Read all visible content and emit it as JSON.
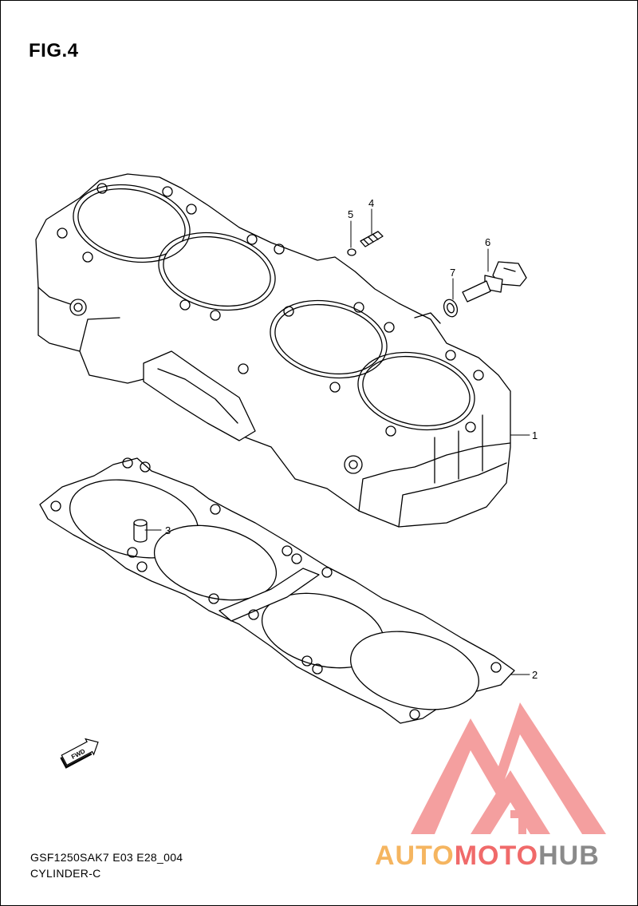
{
  "figure": {
    "title": "FIG.4",
    "code": "GSF1250SAK7 E03 E28_004",
    "section_name": "CYLINDER-C"
  },
  "callouts": [
    {
      "id": "1",
      "part": "cylinder"
    },
    {
      "id": "2",
      "part": "cylinder-base-gasket"
    },
    {
      "id": "3",
      "part": "dowel-pin"
    },
    {
      "id": "4",
      "part": "union-fitting"
    },
    {
      "id": "5",
      "part": "o-ring"
    },
    {
      "id": "6",
      "part": "temperature-sensor"
    },
    {
      "id": "7",
      "part": "sensor-washer"
    }
  ],
  "direction_marker": "FWD",
  "watermark": {
    "brand_parts": [
      "AUTO",
      "MOTO",
      "HUB"
    ],
    "colors": {
      "auto": "#f5b560",
      "moto": "#f06a6a",
      "hub": "#8a8a8a",
      "logo": "#f38f8f"
    }
  },
  "colors": {
    "line": "#000000",
    "background": "#ffffff"
  }
}
